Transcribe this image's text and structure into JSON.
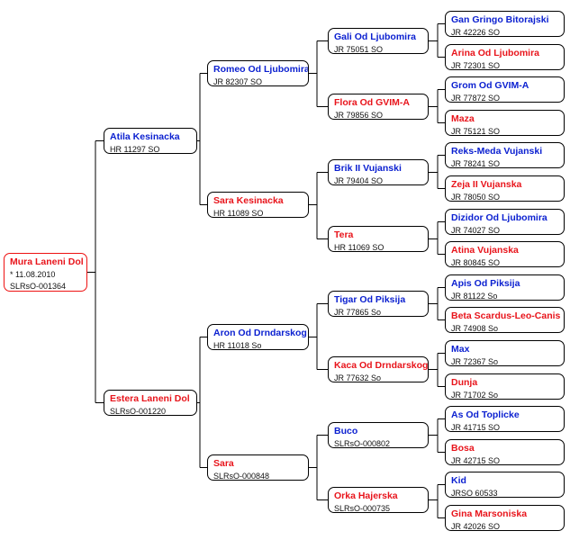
{
  "colors": {
    "male": "#0a1fd0",
    "female": "#e8141b",
    "root_border": "#ee1111",
    "line": "#000000"
  },
  "pedigree": {
    "root": {
      "name": "Mura Laneni Dol",
      "sex": "f",
      "lines": [
        "* 11.08.2010",
        "SLRsO-001364"
      ]
    },
    "sire": {
      "name": "Atila Kesinacka",
      "sex": "m",
      "lines": [
        "HR 11297 SO"
      ]
    },
    "dam": {
      "name": "Estera Laneni Dol",
      "sex": "f",
      "lines": [
        "SLRsO-001220"
      ]
    },
    "gen2": [
      {
        "name": "Romeo Od Ljubomira",
        "sex": "m",
        "lines": [
          "JR 82307 SO"
        ]
      },
      {
        "name": "Sara Kesinacka",
        "sex": "f",
        "lines": [
          "HR 11089 SO"
        ]
      },
      {
        "name": "Aron Od Drndarskog",
        "sex": "m",
        "lines": [
          "HR 11018 So"
        ]
      },
      {
        "name": "Sara",
        "sex": "f",
        "lines": [
          "SLRsO-000848"
        ]
      }
    ],
    "gen3": [
      {
        "name": "Gali Od Ljubomira",
        "sex": "m",
        "lines": [
          "JR 75051 SO"
        ]
      },
      {
        "name": "Flora Od GVIM-A",
        "sex": "f",
        "lines": [
          "JR 79856 SO"
        ]
      },
      {
        "name": "Brik II Vujanski",
        "sex": "m",
        "lines": [
          "JR 79404 SO"
        ]
      },
      {
        "name": "Tera",
        "sex": "f",
        "lines": [
          "HR 11069 SO"
        ]
      },
      {
        "name": "Tigar Od Piksija",
        "sex": "m",
        "lines": [
          "JR 77865 So"
        ]
      },
      {
        "name": "Kaca Od Drndarskog",
        "sex": "f",
        "lines": [
          "JR 77632 So"
        ]
      },
      {
        "name": "Buco",
        "sex": "m",
        "lines": [
          "SLRsO-000802"
        ]
      },
      {
        "name": "Orka Hajerska",
        "sex": "f",
        "lines": [
          "SLRsO-000735"
        ]
      }
    ],
    "gen4": [
      {
        "name": "Gan Gringo Bitorajski",
        "sex": "m",
        "lines": [
          "JR 42226 SO"
        ]
      },
      {
        "name": "Arina Od Ljubomira",
        "sex": "f",
        "lines": [
          "JR 72301 SO"
        ]
      },
      {
        "name": "Grom Od GVIM-A",
        "sex": "m",
        "lines": [
          "JR 77872 SO"
        ]
      },
      {
        "name": "Maza",
        "sex": "f",
        "lines": [
          "JR 75121 SO"
        ]
      },
      {
        "name": "Reks-Meda Vujanski",
        "sex": "m",
        "lines": [
          "JR 78241 SO"
        ]
      },
      {
        "name": "Zeja II Vujanska",
        "sex": "f",
        "lines": [
          "JR 78050 SO"
        ]
      },
      {
        "name": "Dizidor Od Ljubomira",
        "sex": "m",
        "lines": [
          "JR 74027 SO"
        ]
      },
      {
        "name": "Atina Vujanska",
        "sex": "f",
        "lines": [
          "JR 80845 SO"
        ]
      },
      {
        "name": "Apis Od Piksija",
        "sex": "m",
        "lines": [
          "JR 81122 So"
        ]
      },
      {
        "name": "Beta Scardus-Leo-Canis",
        "sex": "f",
        "lines": [
          "JR 74908 So"
        ]
      },
      {
        "name": "Max",
        "sex": "m",
        "lines": [
          "JR 72367 So"
        ]
      },
      {
        "name": "Dunja",
        "sex": "f",
        "lines": [
          "JR 71702 So"
        ]
      },
      {
        "name": "As Od Toplicke",
        "sex": "m",
        "lines": [
          "JR 41715 SO"
        ]
      },
      {
        "name": "Bosa",
        "sex": "f",
        "lines": [
          "JR 42715 SO"
        ]
      },
      {
        "name": "Kid",
        "sex": "m",
        "lines": [
          "JRSO 60533"
        ]
      },
      {
        "name": "Gina Marsoniska",
        "sex": "f",
        "lines": [
          "JR 42026 SO"
        ]
      }
    ]
  }
}
